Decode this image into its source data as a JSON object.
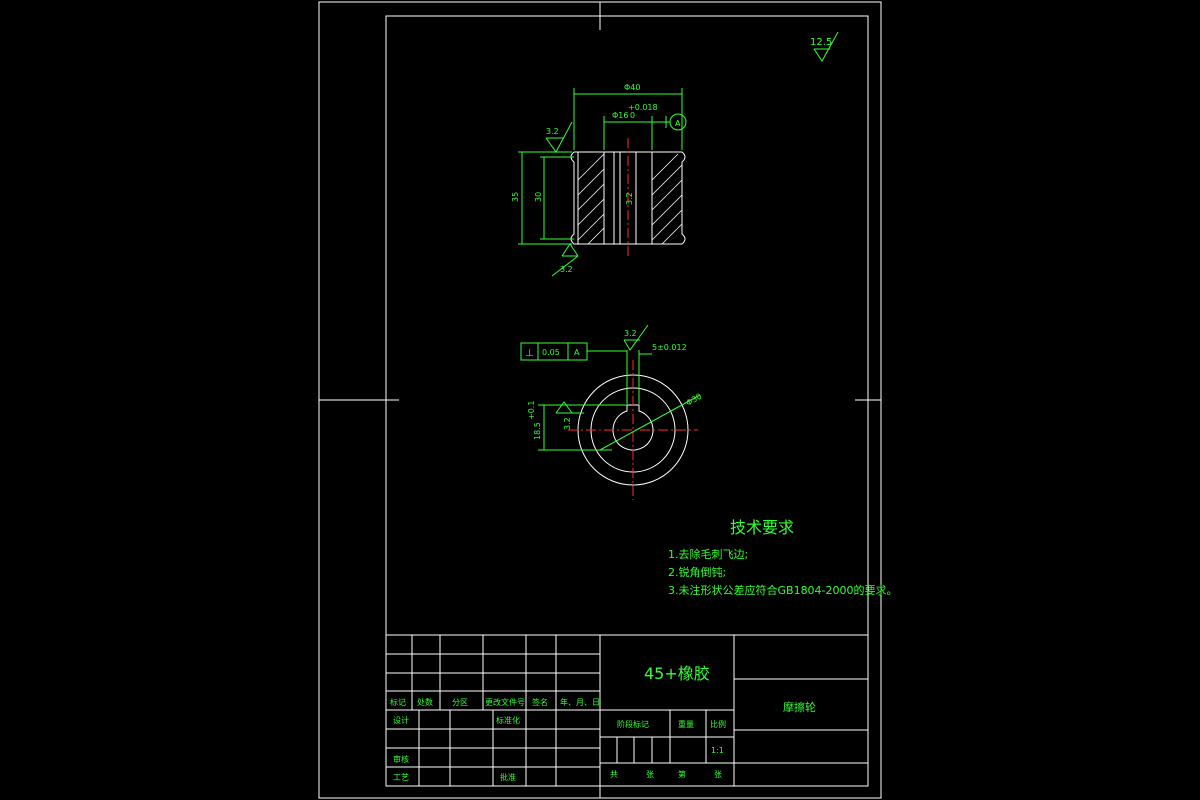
{
  "surface_finish": {
    "general": "12.5",
    "top_left": "3.2",
    "bottom_left": "3.2",
    "bore": "3.2",
    "end_view_top": "3.2",
    "end_view_left": "3.2"
  },
  "section_view": {
    "outer_diameter": "Φ40",
    "bore_diameter": "Φ16",
    "bore_tol_upper": "+0.018",
    "bore_tol_lower": "0",
    "datum_label": "A",
    "height_outer": "35",
    "height_inner": "30"
  },
  "end_view": {
    "geo_tol_symbol": "⊥",
    "geo_tol_value": "0.05",
    "geo_tol_datum": "A",
    "keyway_width": "5±0.012",
    "diameter_label": "Φ30",
    "keyway_depth": "18.5",
    "keyway_depth_tol": "+0.1"
  },
  "technical_requirements": {
    "title": "技术要求",
    "items": [
      "1.去除毛刺飞边;",
      "2.锐角倒钝;",
      "3.未注形状公差应符合GB1804-2000的要求。"
    ]
  },
  "title_block": {
    "material": "45+橡胶",
    "part_name": "摩擦轮",
    "header_labels": [
      "标记",
      "处数",
      "分区",
      "更改文件号",
      "签名",
      "年、月、日"
    ],
    "design": "设计",
    "standardization": "标准化",
    "review": "审核",
    "process": "工艺",
    "approve": "批准",
    "stage_mark": "阶段标记",
    "weight": "重量",
    "scale_label": "比例",
    "scale_value": "1:1",
    "total": "共",
    "sheets": "张",
    "sheet_no": "第",
    "sheets2": "张"
  }
}
